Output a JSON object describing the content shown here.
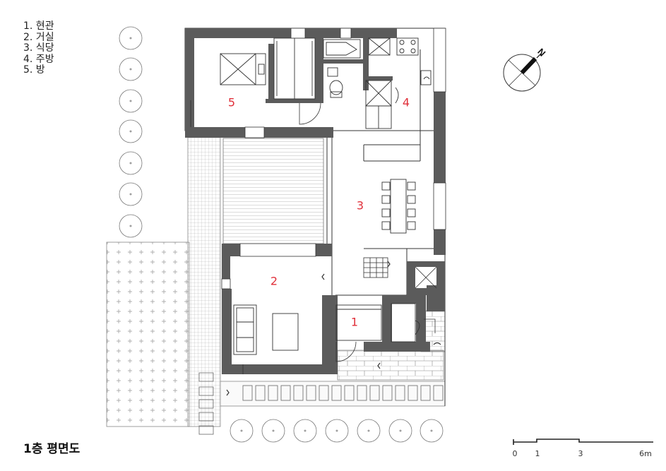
{
  "legend": [
    "1. 현관",
    "2. 거실",
    "3. 식당",
    "4. 주방",
    "5. 방"
  ],
  "rooms": [
    {
      "num": "1",
      "name": "현관"
    },
    {
      "num": "2",
      "name": "거실"
    },
    {
      "num": "3",
      "name": "식당"
    },
    {
      "num": "4",
      "name": "주방"
    },
    {
      "num": "5",
      "name": "방"
    }
  ],
  "title": "1층 평면도",
  "compass": {
    "label": "N"
  },
  "scale_bar": {
    "labels": [
      "0",
      "1",
      "3",
      "6m"
    ]
  },
  "colors": {
    "wall": "#5b5b5b",
    "room_label": "#e0303a",
    "line": "#333333"
  }
}
